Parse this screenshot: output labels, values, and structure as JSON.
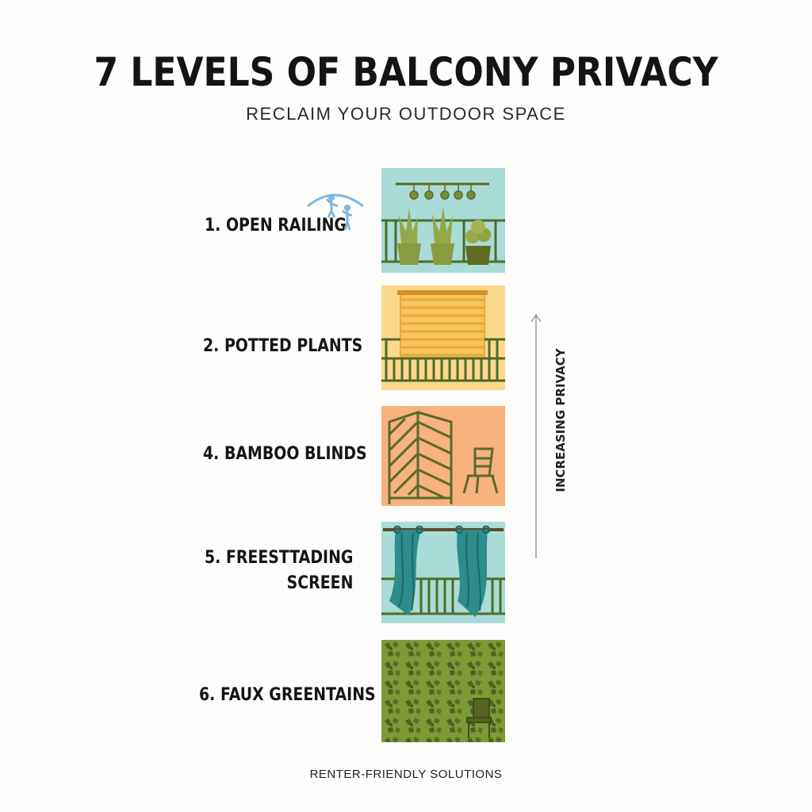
{
  "header": {
    "title": "7 LEVELS OF BALCONY PRIVACY",
    "subtitle": "RECLAIM YOUR OUTDOOR SPACE"
  },
  "levels": [
    {
      "label": "1. OPEN RAILING",
      "panel_color": "#a9dcd6"
    },
    {
      "label": "2. POTTED PLANTS",
      "panel_color": "#fbd98a"
    },
    {
      "label": "4. BAMBOO BLINDS",
      "panel_color": "#f7b27e"
    },
    {
      "label_line1": "5. FREESTTADING",
      "label_line2": "SCREEN",
      "panel_color": "#a9dcd6"
    },
    {
      "label": "6. FAUX GREENTAINS",
      "panel_color": "#7e9a37"
    }
  ],
  "axis": {
    "label": "INCREASING PRIVACY"
  },
  "footer": {
    "text": "RENTER-FRIENDLY SOLUTIONS"
  },
  "colors": {
    "olive": "#5c6b2a",
    "teal": "#2e8c8a",
    "bamboo": "#e9a73a"
  }
}
